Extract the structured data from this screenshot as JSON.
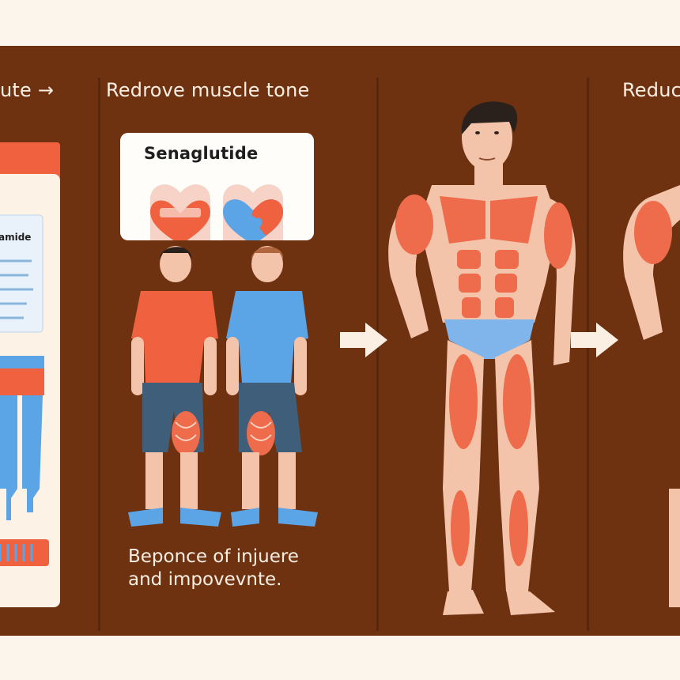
{
  "panels": {
    "left": {
      "caption": "ute →",
      "bottle_label": "amide"
    },
    "middle": {
      "caption": "Redrove muscle tone",
      "card_title": "Senaglutide",
      "note_line1": "Beponce of injuere",
      "note_line2": "and impovevnte."
    },
    "right": {
      "caption": "Reduc"
    }
  },
  "icons": [
    "arrow-right-icon",
    "heart-icon",
    "heart-puzzle-icon"
  ],
  "colors": {
    "background": "#6e3211",
    "frame": "#fbf5ec",
    "accent_orange": "#f0623f",
    "accent_blue": "#5ba4e6",
    "skin": "#f4c4aa",
    "muscle": "#ee6b4b"
  }
}
